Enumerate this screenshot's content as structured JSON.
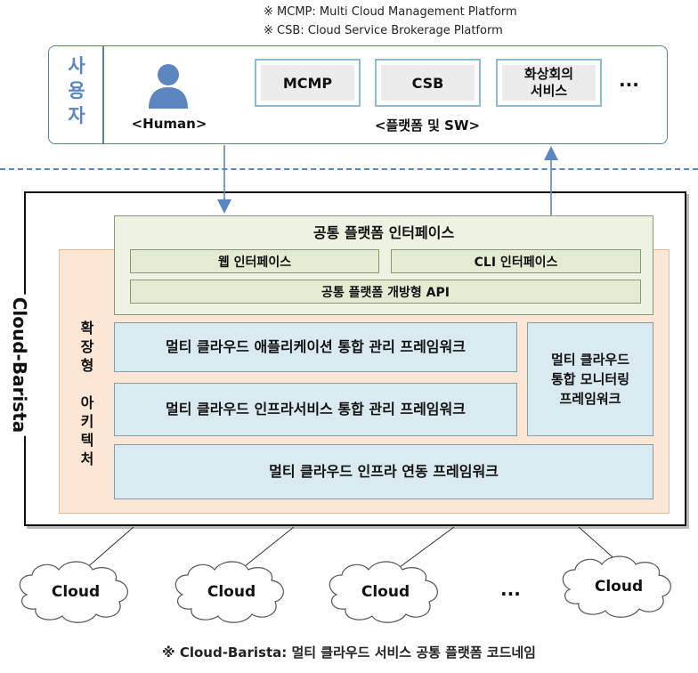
{
  "notes": [
    "※  MCMP: Multi Cloud Management Platform",
    "※  CSB: Cloud Service Brokerage Platform"
  ],
  "user_area": {
    "label": "사\n용\n자",
    "human_caption": "<Human>",
    "services": [
      "MCMP",
      "CSB",
      "화상회의\n서비스"
    ],
    "more": "...",
    "platform_caption": "<플랫폼 및 SW>"
  },
  "cloud_barista": {
    "title": "Cloud-Barista",
    "common_interface": {
      "title": "공통 플랫폼 인터페이스",
      "web": "웹 인터페이스",
      "cli": "CLI 인터페이스",
      "api": "공통 플랫폼 개방형 API"
    },
    "extension_label": "확\n장\n형\n\n아\n키\n텍\n처",
    "frameworks": {
      "app": "멀티 클라우드 애플리케이션 통합 관리 프레임워크",
      "infra_service": "멀티 클라우드 인프라서비스 통합 관리 프레임워크",
      "monitoring": "멀티 클라우드\n통합 모니터링\n프레임워크",
      "infra_link": "멀티 클라우드 인프라 연동 프레임워크"
    }
  },
  "clouds": [
    "Cloud",
    "Cloud",
    "Cloud",
    "Cloud"
  ],
  "clouds_more": "...",
  "footer": "※  Cloud-Barista: 멀티 클라우드 서비스 공통 플랫폼 코드네임",
  "colors": {
    "accent_blue": "#5b86c0",
    "green_box": "#eef2e3",
    "orange_box": "#fce6d6",
    "blue_box": "#daeaf1"
  }
}
